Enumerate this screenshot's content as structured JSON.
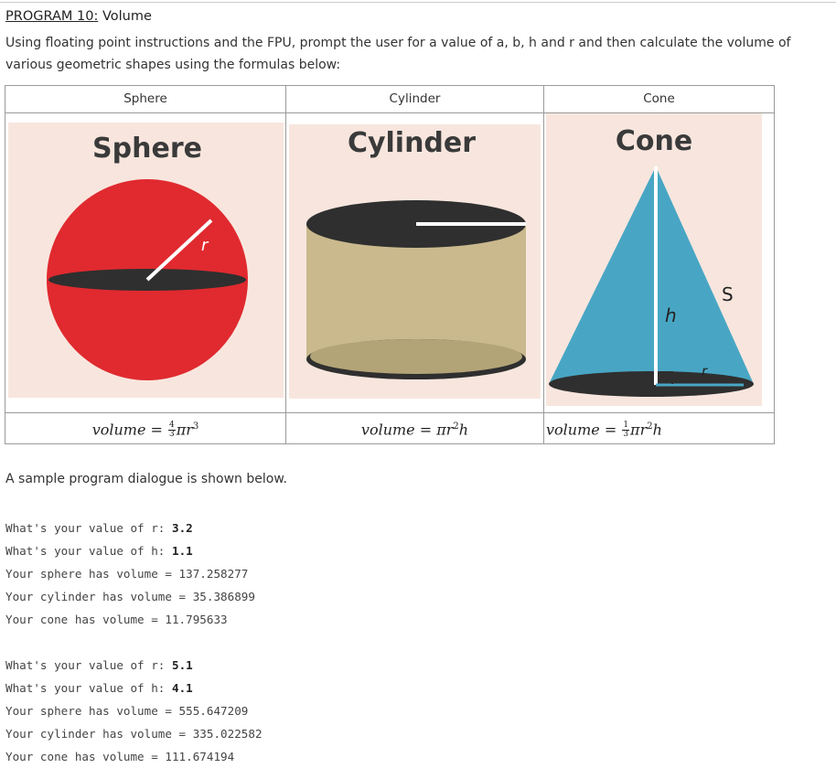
{
  "heading": {
    "label": "PROGRAM 10:",
    "title": " Volume"
  },
  "intro": "Using floating point instructions and the FPU, prompt the user for a value of a, b, h and r and then calculate the volume of various geometric shapes using the formulas below:",
  "table": {
    "headers": [
      "Sphere",
      "Cylinder",
      "Cone"
    ],
    "images": {
      "sphere": {
        "title": "Sphere",
        "label_r": "r",
        "colors": {
          "bg": "#f8e6de",
          "body": "#e02a2f",
          "band": "#2f2f2f"
        }
      },
      "cylinder": {
        "title": "Cylinder",
        "colors": {
          "bg": "#f8e6de",
          "body": "#c9b98d",
          "top": "#2f2f2f"
        }
      },
      "cone": {
        "title": "Cone",
        "label_h": "h",
        "label_s": "S",
        "label_r": "r",
        "colors": {
          "bg": "#f8e6de",
          "body": "#48a6c4",
          "base": "#2f2f2f"
        }
      }
    },
    "formulas": {
      "sphere": {
        "lhs": "volume",
        "eq": " = ",
        "num": "4",
        "den": "3",
        "rhs": "πr",
        "exp": "3"
      },
      "cylinder": {
        "lhs": "volume",
        "eq": " = ",
        "rhs": "πr",
        "exp": "2",
        "tail": "h"
      },
      "cone": {
        "lhs": "volume",
        "eq": " = ",
        "num": "1",
        "den": "3",
        "rhs": "πr",
        "exp": "2",
        "tail": "h"
      }
    }
  },
  "sample_intro": "A sample program dialogue is shown below.",
  "dialogue": [
    [
      {
        "text": "What's your value of r: ",
        "value": "3.2"
      },
      {
        "text": "What's your value of h: ",
        "value": "1.1"
      },
      {
        "text": "Your sphere has volume = 137.258277",
        "value": ""
      },
      {
        "text": "Your cylinder has volume = 35.386899",
        "value": ""
      },
      {
        "text": "Your cone has volume = 11.795633",
        "value": ""
      }
    ],
    [
      {
        "text": "What's your value of r: ",
        "value": "5.1"
      },
      {
        "text": "What's your value of h: ",
        "value": "4.1"
      },
      {
        "text": "Your sphere has volume = 555.647209",
        "value": ""
      },
      {
        "text": "Your cylinder has volume = 335.022582",
        "value": ""
      },
      {
        "text": "Your cone has volume = 111.674194",
        "value": ""
      }
    ]
  ]
}
